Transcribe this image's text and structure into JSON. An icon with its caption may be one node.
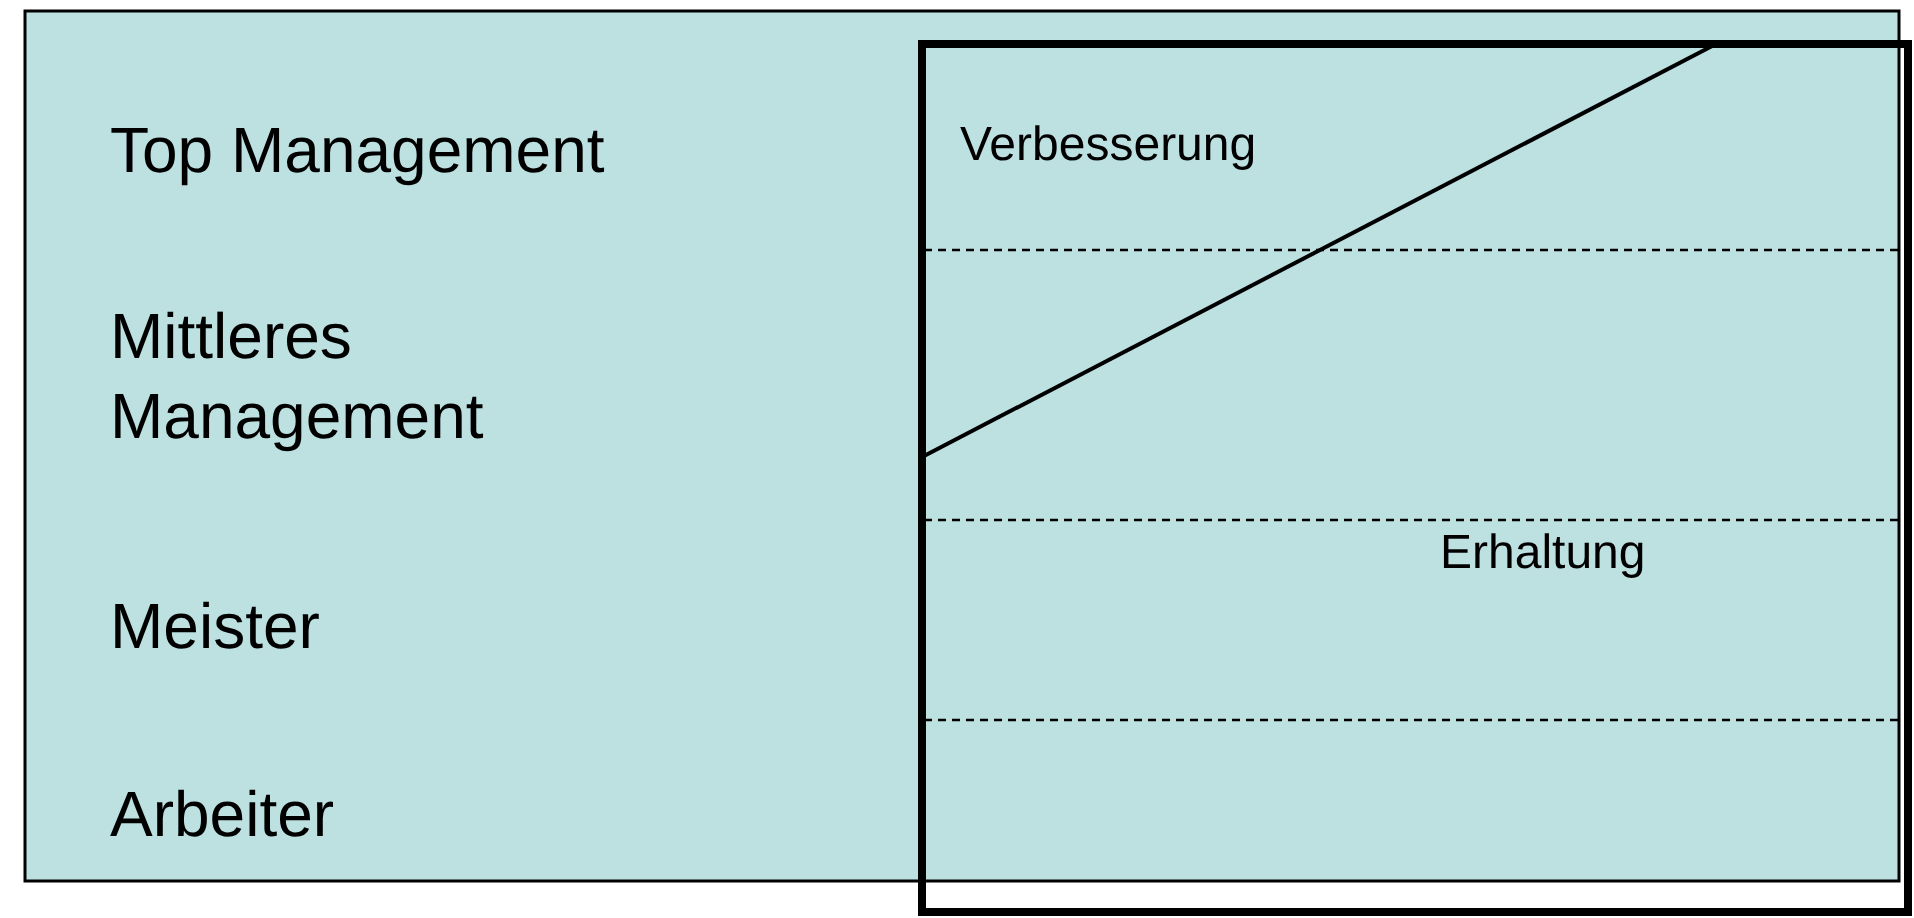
{
  "diagram": {
    "labels": [
      "Top Management",
      "Verbesserung",
      "Mittleres Management",
      "Erhaltung",
      "Meister",
      "Arbeiter"
    ]
  }
}
